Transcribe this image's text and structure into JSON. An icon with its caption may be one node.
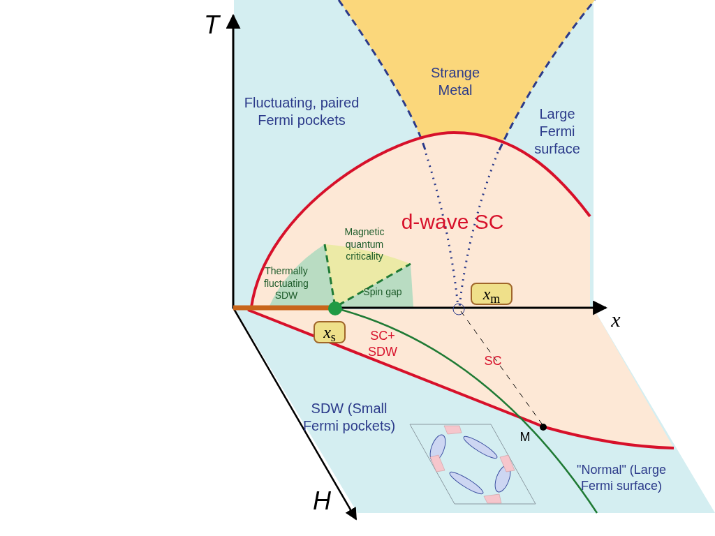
{
  "diagram": {
    "nodes": [
      {
        "text": [
          "*x*$_{s}$"
        ]
      },
      {
        "text": [
          "*x*$_{m}$"
        ]
      }
    ],
    "labels": [
      "T",
      "Fluctuating, paired Fermi pockets",
      "Strange Metal",
      "Large Fermi surface",
      "d-wave SC",
      "Magnetic quantum criticality",
      "Thermally fluctuating SDW",
      "Spin gap",
      "x",
      "SC+ SDW",
      "SC",
      "SDW (Small Fermi pockets)",
      "M",
      "\"Normal\" (Large Fermi surface)",
      "H"
    ]
  }
}
